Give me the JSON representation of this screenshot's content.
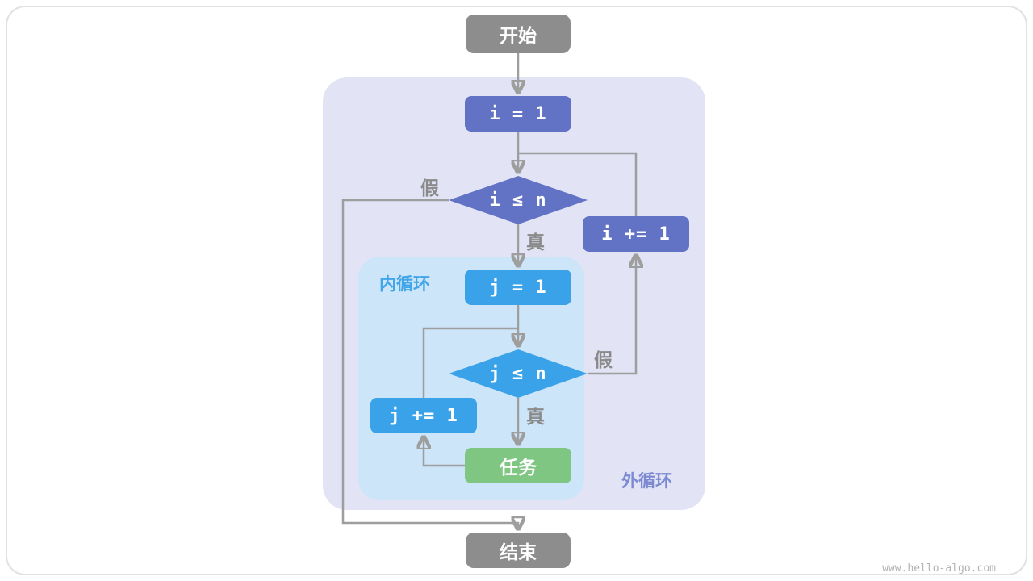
{
  "flowchart": {
    "nodes": {
      "start": "开始",
      "i_init": "i = 1",
      "i_cond": "i ≤ n",
      "i_incr": "i += 1",
      "j_init": "j = 1",
      "j_cond": "j ≤ n",
      "j_incr": "j += 1",
      "task": "任务",
      "end": "结束"
    },
    "edge_labels": {
      "outer_false": "假",
      "outer_true": "真",
      "inner_false": "假",
      "inner_true": "真"
    },
    "region_labels": {
      "inner_loop": "内循环",
      "outer_loop": "外循环"
    },
    "colors": {
      "terminal_gray": "#8d8d8d",
      "outer_node_indigo": "#6272c4",
      "inner_node_blue": "#3aa2e8",
      "task_green": "#7fc683",
      "outer_region_bg": "#e2e4f6",
      "inner_region_bg": "#cde5f8",
      "connector_gray": "#9e9e9e",
      "inner_label_blue": "#41a6e9",
      "outer_label_indigo": "#7b89d1"
    }
  },
  "footer": {
    "watermark": "www.hello-algo.com"
  }
}
